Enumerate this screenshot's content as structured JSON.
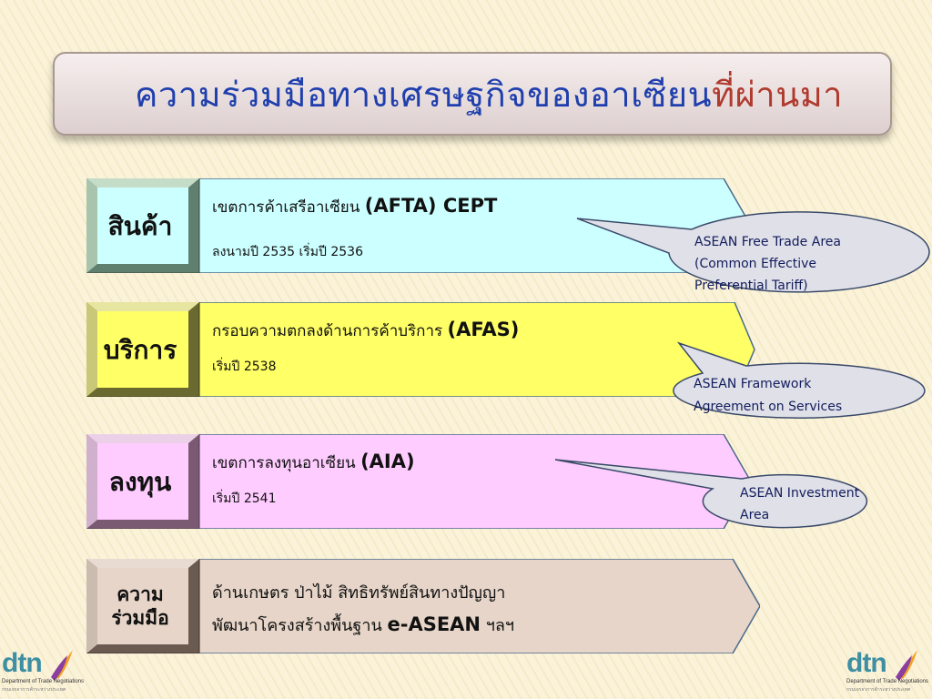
{
  "title": {
    "main": "ความร่วมมือทางเศรษฐกิจของอาเซียน",
    "accent": "ที่ผ่านมา"
  },
  "rows": [
    {
      "label": "สินค้า",
      "line1_text": "เขตการค้าเสรีอาเซียน ",
      "line1_big": "(AFTA) CEPT",
      "line2": "ลงนามปี 2535 เริ่มปี 2536",
      "fill": "#ccffff"
    },
    {
      "label": "บริการ",
      "line1_text": "กรอบความตกลงด้านการค้าบริการ ",
      "line1_big": "(AFAS)",
      "line2": "เริ่มปี 2538",
      "fill": "#ffff66"
    },
    {
      "label": "ลงทุน",
      "line1_text": "เขตการลงทุนอาเซียน ",
      "line1_big": "(AIA)",
      "line2": "เริ่มปี 2541",
      "fill": "#ffccff"
    },
    {
      "label_line1": "ความ",
      "label_line2": "ร่วมมือ",
      "line1": "ด้านเกษตร ป่าไม้ สิทธิทรัพย์สินทางปัญญา",
      "line2_text": "พัฒนาโครงสร้างพื้นฐาน  ",
      "line2_big": "e-ASEAN",
      "line2_tail": "  ฯลฯ",
      "fill": "#e6d5c8"
    }
  ],
  "callouts": [
    {
      "lines": [
        "ASEAN Free Trade Area",
        "(Common Effective",
        "Preferential Tariff)"
      ]
    },
    {
      "lines": [
        "ASEAN Framework",
        "Agreement  on Services"
      ]
    },
    {
      "lines": [
        "ASEAN Investment",
        "Area"
      ]
    }
  ],
  "logo": {
    "mark": "dtn",
    "sub1": "Department of Trade Negotiations",
    "sub2": "กรมเจรจาการค้าระหว่างประเทศ"
  },
  "colors": {
    "title_main": "#1f3fae",
    "title_accent": "#b03a2e",
    "callout_fill": "#e0e0e8",
    "bevel_light": "#d8ead8",
    "bevel_dark": "#5a6a5a"
  }
}
